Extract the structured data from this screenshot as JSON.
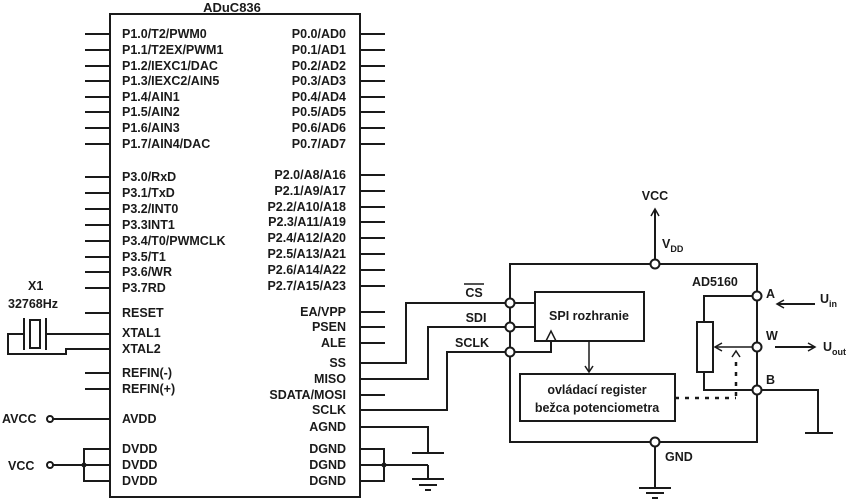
{
  "mcu": {
    "name": "ADuC836",
    "left_pins_p1": [
      "P1.0/T2/PWM0",
      "P1.1/T2EX/PWM1",
      "P1.2/IEXC1/DAC",
      "P1.3/IEXC2/AIN5",
      "P1.4/AIN1",
      "P1.5/AIN2",
      "P1.6/AIN3",
      "P1.7/AIN4/DAC"
    ],
    "left_pins_p3": [
      "P3.0/RxD",
      "P3.1/TxD",
      "P3.2/INT0",
      "P3.3INT1",
      "P3.4/T0/PWMCLK",
      "P3.5/T1",
      "P3.6/WR",
      "P3.7RD"
    ],
    "left_pins_misc": [
      "RESET",
      "XTAL1",
      "XTAL2",
      "REFIN(-)",
      "REFIN(+)",
      "AVDD",
      "DVDD",
      "DVDD",
      "DVDD"
    ],
    "right_pins_p0": [
      "P0.0/AD0",
      "P0.1/AD1",
      "P0.2/AD2",
      "P0.3/AD3",
      "P0.4/AD4",
      "P0.5/AD5",
      "P0.6/AD6",
      "P0.7/AD7"
    ],
    "right_pins_p2": [
      "P2.0/A8/A16",
      "P2.1/A9/A17",
      "P2.2/A10/A18",
      "P2.3/A11/A19",
      "P2.4/A12/A20",
      "P2.5/A13/A21",
      "P2.6/A14/A22",
      "P2.7/A15/A23"
    ],
    "right_pins_misc": [
      "EA/VPP",
      "PSEN",
      "ALE",
      "SS",
      "MISO",
      "SDATA/MOSI",
      "SCLK",
      "AGND",
      "DGND",
      "DGND",
      "DGND"
    ]
  },
  "crystal": {
    "ref": "X1",
    "freq": "32768Hz"
  },
  "power": {
    "avcc": "AVCC",
    "vcc_left": "VCC",
    "vcc_top": "VCC",
    "vdd": "V",
    "vdd_sub": "DD",
    "gnd": "GND"
  },
  "spi_signals": {
    "cs": "CS",
    "sdi": "SDI",
    "sclk": "SCLK"
  },
  "digipot": {
    "name": "AD5160",
    "spi_block": "SPI rozhranie",
    "register_line1": "ovládací register",
    "register_line2": "bežca potenciometra",
    "terminal_a": "A",
    "terminal_w": "W",
    "terminal_b": "B",
    "uin": "U",
    "uin_sub": "in",
    "uout": "U",
    "uout_sub": "out"
  }
}
